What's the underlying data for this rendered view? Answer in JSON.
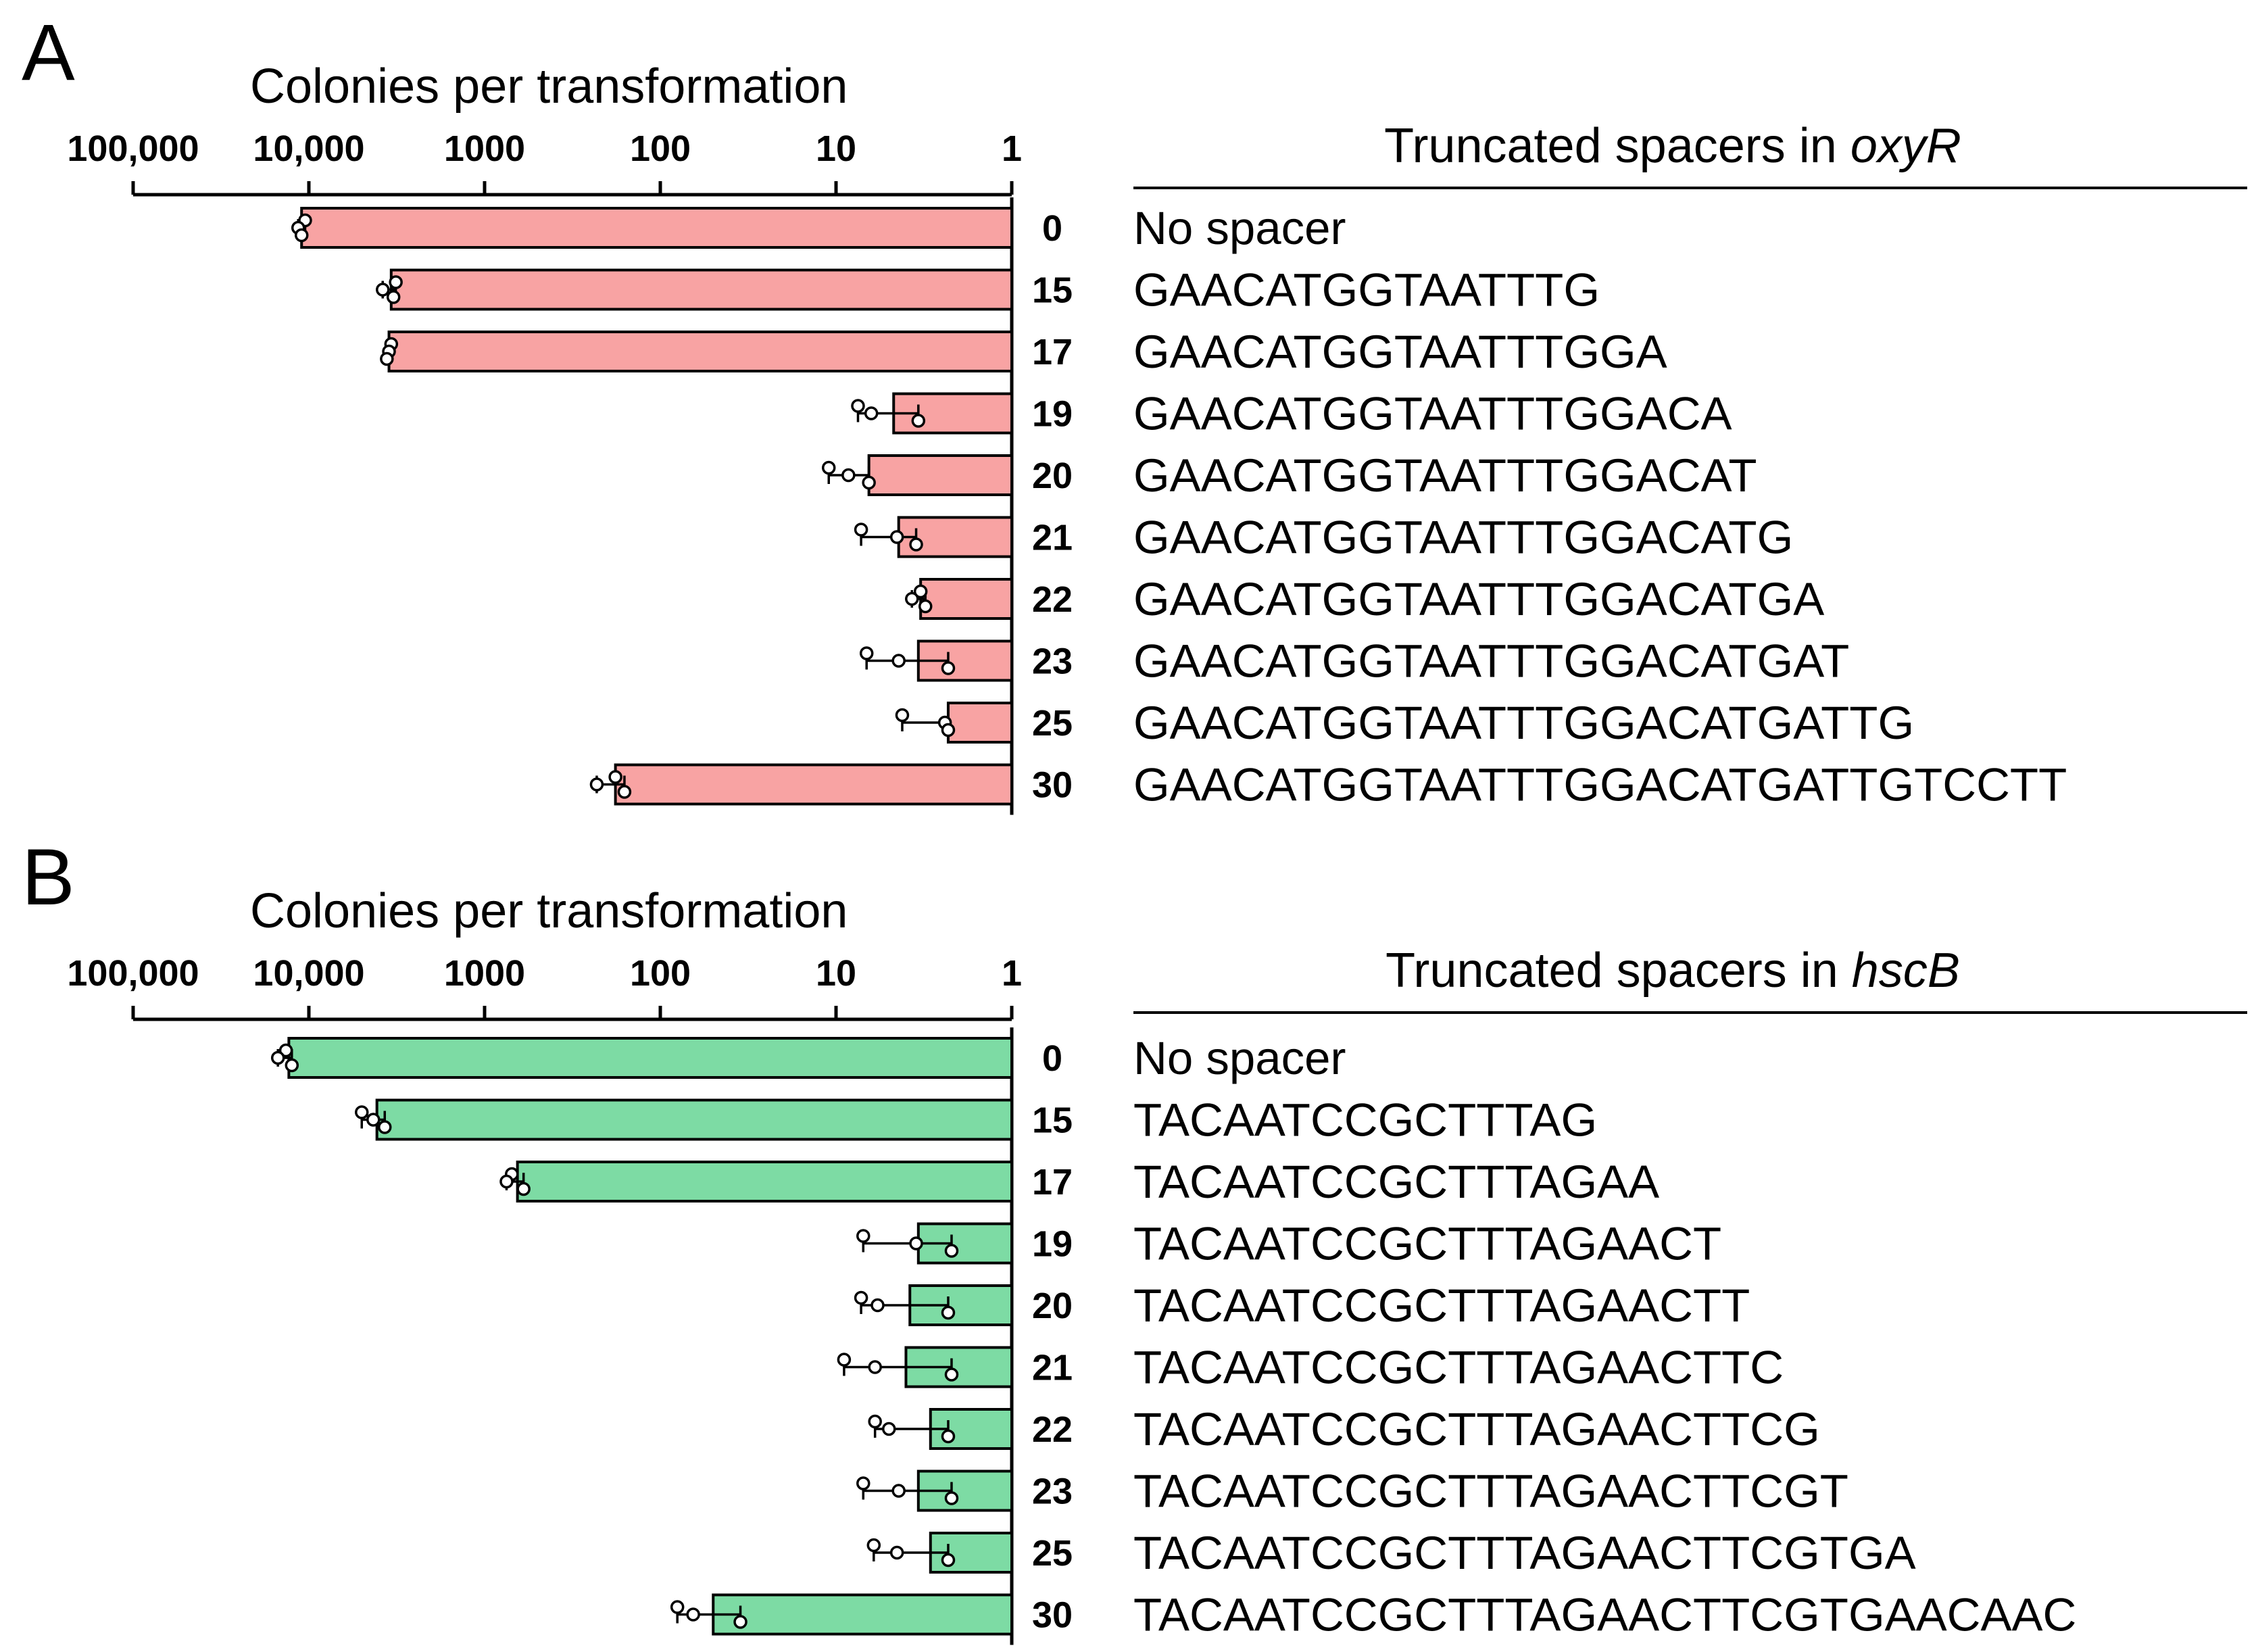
{
  "chart_data": [
    {
      "type": "bar",
      "orientation": "horizontal",
      "panel_label": "A",
      "xlabel": "Colonies per transformation",
      "x_scale": "log",
      "x_reversed": true,
      "xlim": [
        1,
        100000
      ],
      "x_ticks": [
        "100,000",
        "10,000",
        "1000",
        "100",
        "10",
        "1"
      ],
      "categories": [
        "0",
        "15",
        "17",
        "19",
        "20",
        "21",
        "22",
        "23",
        "25",
        "30"
      ],
      "values": [
        11000,
        3400,
        3500,
        4.7,
        6.5,
        4.4,
        3.3,
        3.4,
        2.3,
        180
      ],
      "points": [
        [
          10500,
          11500,
          11000
        ],
        [
          3200,
          3800,
          3300
        ],
        [
          3400,
          3500,
          3600
        ],
        [
          7.5,
          6.3,
          3.4
        ],
        [
          11,
          8.5,
          6.5
        ],
        [
          7.2,
          4.5,
          3.5
        ],
        [
          3.3,
          3.7,
          3.1
        ],
        [
          6.7,
          4.4,
          2.3
        ],
        [
          4.2,
          2.4,
          2.3
        ],
        [
          180,
          230,
          160
        ]
      ],
      "bar_color": "#f8a3a3",
      "sequence_title": "Truncated spacers in ",
      "sequence_gene": "oxyR",
      "sequences": [
        "No spacer",
        "GAACATGGTAATTTG",
        "GAACATGGTAATTTGGA",
        "GAACATGGTAATTTGGACA",
        "GAACATGGTAATTTGGACAT",
        "GAACATGGTAATTTGGACATG",
        "GAACATGGTAATTTGGACATGA",
        "GAACATGGTAATTTGGACATGAT",
        "GAACATGGTAATTTGGACATGATTG",
        "GAACATGGTAATTTGGACATGATTGTCCTT"
      ],
      "grid": false,
      "legend": "none"
    },
    {
      "type": "bar",
      "orientation": "horizontal",
      "panel_label": "B",
      "xlabel": "Colonies per transformation",
      "x_scale": "log",
      "x_reversed": true,
      "xlim": [
        1,
        100000
      ],
      "x_ticks": [
        "100,000",
        "10,000",
        "1000",
        "100",
        "10",
        "1"
      ],
      "categories": [
        "0",
        "15",
        "17",
        "19",
        "20",
        "21",
        "22",
        "23",
        "25",
        "30"
      ],
      "values": [
        13000,
        4100,
        650,
        3.4,
        3.8,
        4.0,
        2.9,
        3.4,
        2.9,
        50
      ],
      "points": [
        [
          13500,
          15000,
          12500
        ],
        [
          5000,
          4300,
          3700
        ],
        [
          700,
          750,
          600
        ],
        [
          7,
          3.5,
          2.2
        ],
        [
          7.2,
          5.8,
          2.3
        ],
        [
          9,
          6,
          2.2
        ],
        [
          6,
          5,
          2.3
        ],
        [
          7,
          4.4,
          2.2
        ],
        [
          6.1,
          4.5,
          2.3
        ],
        [
          80,
          65,
          35
        ]
      ],
      "bar_color": "#7ddba4",
      "sequence_title": "Truncated spacers in ",
      "sequence_gene": "hscB",
      "sequences": [
        "No spacer",
        "TACAATCCGCTTTAG",
        "TACAATCCGCTTTAGAA",
        "TACAATCCGCTTTAGAACT",
        "TACAATCCGCTTTAGAACTT",
        "TACAATCCGCTTTAGAACTTC",
        "TACAATCCGCTTTAGAACTTCG",
        "TACAATCCGCTTTAGAACTTCGT",
        "TACAATCCGCTTTAGAACTTCGTGA",
        "TACAATCCGCTTTAGAACTTCGTGAACAAC"
      ],
      "grid": false,
      "legend": "none"
    }
  ]
}
